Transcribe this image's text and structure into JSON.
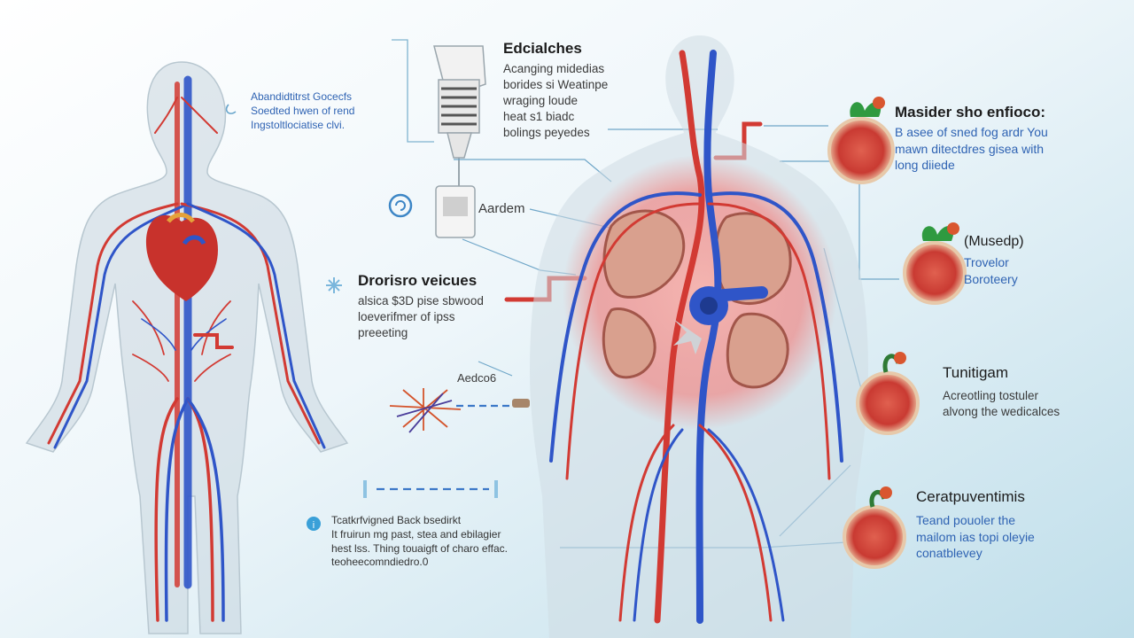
{
  "colors": {
    "bg_light": "#ffffff",
    "bg_blue": "#bfdeea",
    "artery": "#d23a33",
    "vein": "#2f55c8",
    "label_blue": "#2f63b3",
    "organ_glow": "#f08a88"
  },
  "labels": {
    "left_note": [
      "Abandidtitrst Gocecfs",
      "Soedted hwen of rend",
      "Ingstoltlociatise clvi."
    ],
    "device_top": {
      "title": "Edcialches",
      "lines": [
        "Acanging midedias",
        "borides si Weatinpe",
        "wraging loude",
        "heat s1 biadc",
        "bolings peyedes"
      ]
    },
    "device_mid": {
      "title": "Aardem"
    },
    "veins_note": {
      "title": "Drorisro veicues",
      "lines": [
        "alsica $3D pise sbwood",
        "loeverifmer of ipss",
        "preeeting"
      ]
    },
    "small_note": {
      "title": "Aedco6"
    },
    "bottom_note": [
      "Tcatkrfvigned Back bsedirkt",
      "It fruirun mg past, stea and ebilagier",
      "hest lss. Thing touaigft of charo effac.",
      "teoheecomndiedro.0"
    ],
    "organs": [
      {
        "title": "Masider sho enfioco:",
        "lines": [
          "B asee of sned fog ardr You",
          "mawn ditectdres gisea with",
          "long diiede"
        ]
      },
      {
        "title": "(Musedp)",
        "lines": [
          "Trovelor",
          "Boroteery"
        ]
      },
      {
        "title": "Tunitigam",
        "lines": [
          "Acreotling tostuler",
          "alvong the wedicalces"
        ]
      },
      {
        "title": "Ceratpuventimis",
        "lines": [
          "Teand pouoler the",
          "mailom ias topi oleyie",
          "conatblevey"
        ]
      }
    ]
  },
  "icons": [
    "info-icon",
    "snowflake-icon",
    "refresh-icon",
    "clip-icon",
    "sparkle-icon"
  ]
}
